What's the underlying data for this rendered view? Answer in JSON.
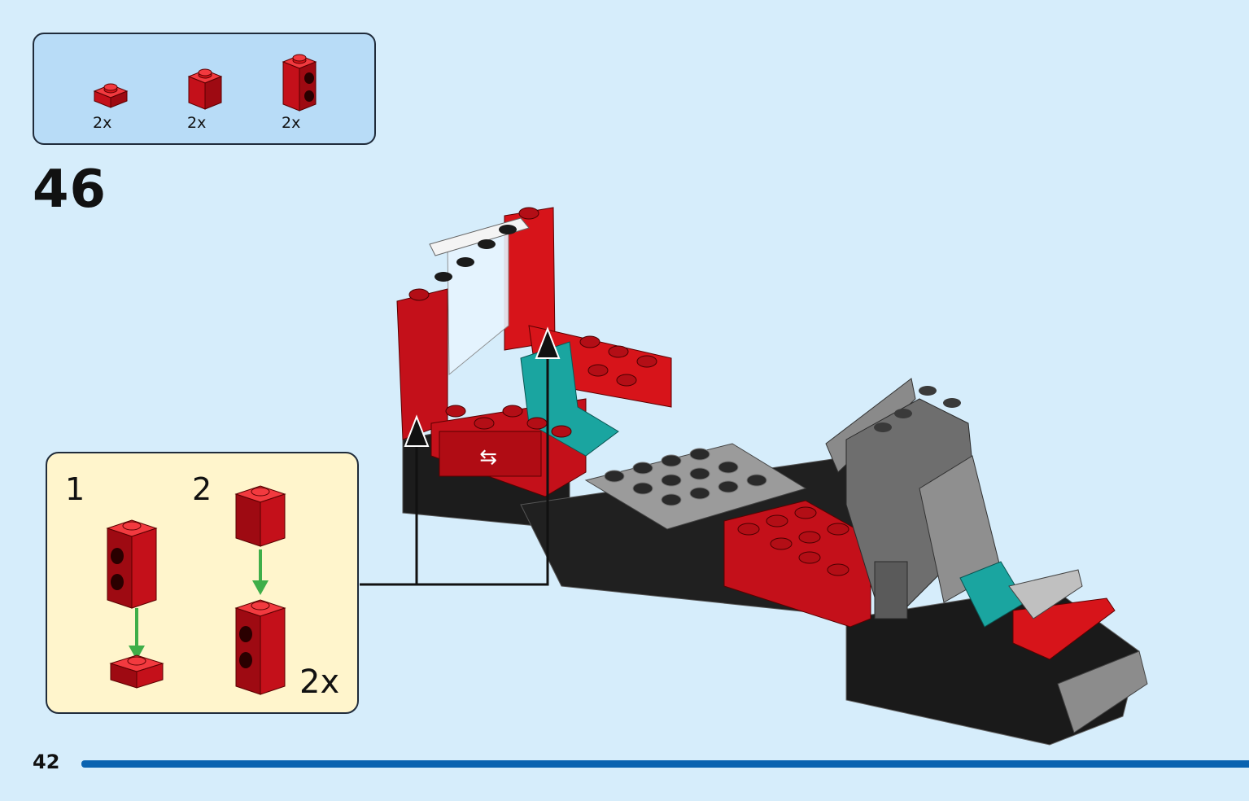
{
  "parts": [
    {
      "name": "plate-1x1",
      "count": "2x"
    },
    {
      "name": "brick-1x1",
      "count": "2x"
    },
    {
      "name": "brick-1x1-studs-side",
      "count": "2x"
    }
  ],
  "step": {
    "number": "46"
  },
  "sub_assembly": {
    "step1": "1",
    "step2": "2",
    "multiplier": "2x"
  },
  "page": {
    "number": "42"
  },
  "colors": {
    "background": "#d6edfb",
    "parts_box": "#b8dcf7",
    "sub_box": "#fff5cc",
    "brick_red": "#d7141a",
    "arrow_green": "#3fae49",
    "page_bar": "#0a63b0"
  }
}
